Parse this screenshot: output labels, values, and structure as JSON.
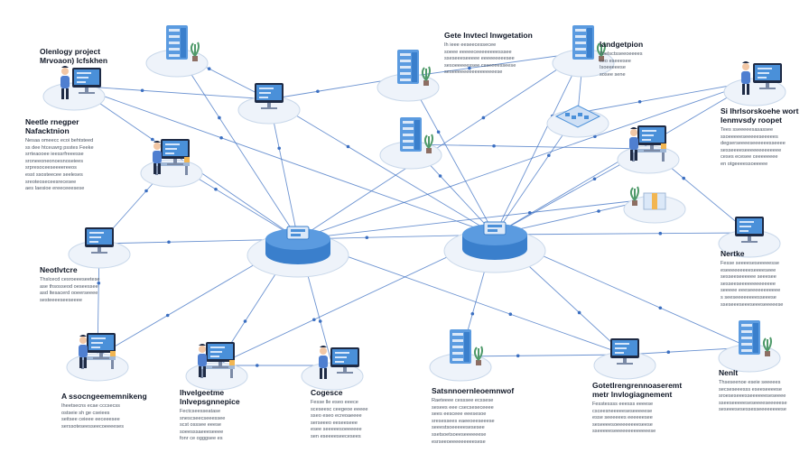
{
  "palette": {
    "line": "#3b6fc1",
    "hub_top": "#5b9be0",
    "hub_side": "#3a7fcc",
    "disc": "#eef3fa",
    "disc_stroke": "#c9d8ea",
    "screen": "#4a90d9",
    "shirt": "#4f7fd0",
    "dark": "#1e2a44",
    "plant": "#4f9a6a",
    "accent": "#f2b652"
  },
  "labels": {
    "c1": {
      "title": "Olenlogy project\nMrvoaon) Icfskhen",
      "body": ""
    },
    "c2": {
      "title": "Neetle rnegper\nNafacktnion",
      "body": "Nesaa omeecc ecoi behtsteed\nss dee htceuwrg psstes Feeke\nsrrteaooee ieessrfreeesse\nsroneeoneonoesnoseiees\nsrpresoceeseeeereeos\nesst ssosteecee seeleses\nsreoteoseceesrecesee\naes Iaesioe ereeceeesese"
    },
    "c3": {
      "title": "Neotlvtcre",
      "body": "Thslcecd cesroeeeseetese\nase thsosseod oeseessee\nasd ltesacerd ooeerseeee\nsesteeeeseeseeee"
    },
    "c4": {
      "title": "A ssocngeememnikeng",
      "body": "Iheetsecns ecae cccsecss\nostseie sh ge cseiees\nseitsee ceieee eeceeesee\nserssoteseesseecoeeeeses"
    },
    "c5": {
      "title": "Ihvelgeetme\nlnlvepsgnnepice",
      "body": "Fectcseesseatase\nsnescseecseeessee\nscst osssee eeese\nsoeesssaeeeseeee\nfonr ce ogggsee es"
    },
    "c6": {
      "title": "Cogesce",
      "body": "Fesse lle eseo eeece\nsceseesc ceegeoe eeeee\nsseo eseo ecreoaeeee\nserseeeo eeseeseee\nesee seeeeesoeeeeee\nsen eseeeeseecesees"
    },
    "c7": {
      "title": "Satsnnoernleoemnwof",
      "body": "Raeteeee cesssee ecssese\nsesees eee csecseseceeee\nsees eesceee eeesesoe\nsresessees eaeeoeeseeese\nseeestsoeeeeesesesee\nssetsoetsoeeseeeeeese\nesrseeoeeeeeeeeesese"
    },
    "c8": {
      "title": "Gotetlrengrennoaseremt\nmetr lnvlogiagnement",
      "body": "Fesstessss eeesss eeeese\ncsceesneeeeeseseeeeese\nesse seeeeees eeeeeesee\nseseeeesoeeeeeeeeseese\nsseeeeeseeeeeeeeeeeeese"
    },
    "c9": {
      "title": "Nenlt",
      "body": "Thseseenoe eseie seeeees\nsecseseeesss eseeseeeese\nsroeseseeesseeeeeeseseeee\nsseeseeeeeseseeeeseeeeese\nseseeesesessesseeeeeeeese"
    },
    "c10": {
      "title": "Nertke",
      "body": "Fesse seeeeseseeeeesse\neseeeeeeeeeseeeeseee\nsesseeseeeeee seeesee\nsesseeseeeeeeeeeeeee\nseeeee eeeseeeeeeeeeee\ns seeseeeeeeeesseeese\nsseseeeseeeseeeseeeeese"
    },
    "c11": {
      "title": "Si Ihrlsorskoehe wort\nIenmvsdy roopet",
      "body": "Tees sseeeeesasassee\nssoeeeeeseeeeeseeeees\ndegserseeeeseeeeeesseeee\nsesseeeeseeeeeeeeeeeee\nceses ecesee ceeeeeeee\nen otgeeeessoeeeee"
    },
    "c12": {
      "title": "Iandgetpion",
      "body": "Toelsctsseeoeeees\nseo eseeesee\nIsoeeeeese\nsosee sene"
    },
    "c13": {
      "title": "Gete Invtecl lnwgetation",
      "body": "Ih ieee eeseecessecee\nsoeee eeeeeceeeeeeeesssee\nsseseeeseeeee eeeeeeeeesee\nsesoeeeeessee csseeeesseese\nseseeeeeeeeeeeeeeeese"
    }
  }
}
